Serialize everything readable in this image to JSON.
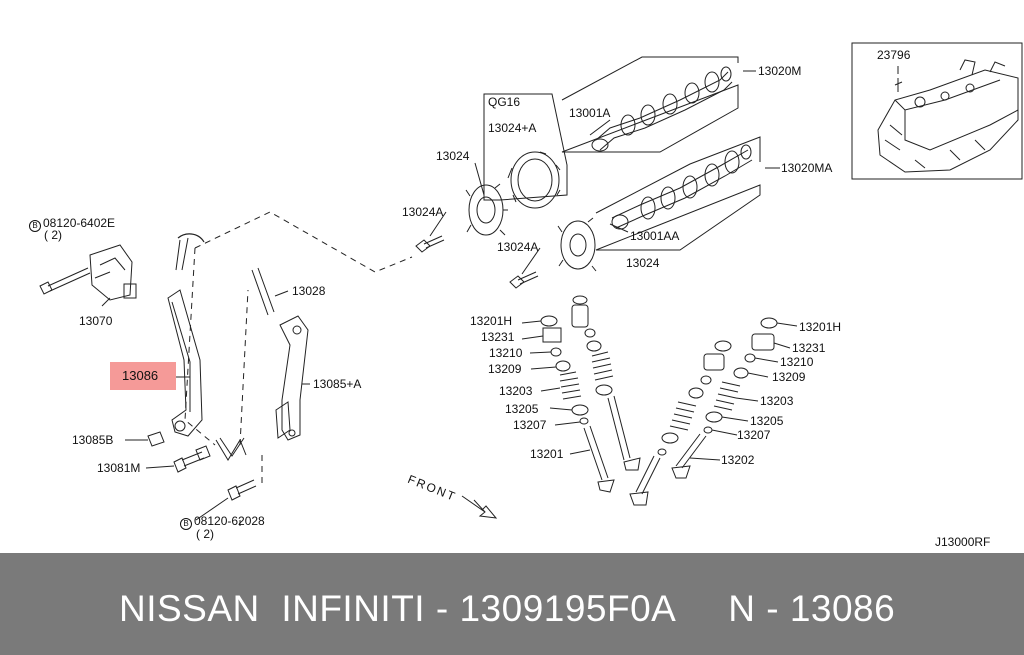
{
  "labels": {
    "p23796": "23796",
    "p13020M": "13020M",
    "pQG16": "QG16",
    "p13024A_box": "13024+A",
    "p13001A": "13001A",
    "p13024_top": "13024",
    "p13020MA": "13020MA",
    "p08120_6402E": "08120-6402E",
    "qty_top": "( 2)",
    "p13024A_1": "13024A",
    "p13001AA": "13001AA",
    "p13024A_2": "13024A",
    "p13024_bottom": "13024",
    "p13028": "13028",
    "p13070": "13070",
    "p13201H_left": "13201H",
    "p13231_left": "13231",
    "p13201H_right": "13201H",
    "p13210_left": "13210",
    "p13231_right": "13231",
    "p13086": "13086",
    "p13209_left": "13209",
    "p13210_right": "13210",
    "p13085A": "13085+A",
    "p13209_right": "13209",
    "p13203_left": "13203",
    "p13203_right": "13203",
    "p13205_left": "13205",
    "p13205_right": "13205",
    "p13207_left": "13207",
    "p13207_right": "13207",
    "p13085B": "13085B",
    "p13201": "13201",
    "p13202": "13202",
    "p13081M": "13081M",
    "front": "FRONT",
    "p08120_62028": "08120-62028",
    "qty_bottom": "( 2)",
    "diagram_code": "J13000RF"
  },
  "footer": {
    "text": "NISSAN  INFINITI - 1309195F0A     N - 13086"
  },
  "colors": {
    "highlight": "#f59a98",
    "footer_bg": "#7a7a7a",
    "line": "#222222"
  }
}
